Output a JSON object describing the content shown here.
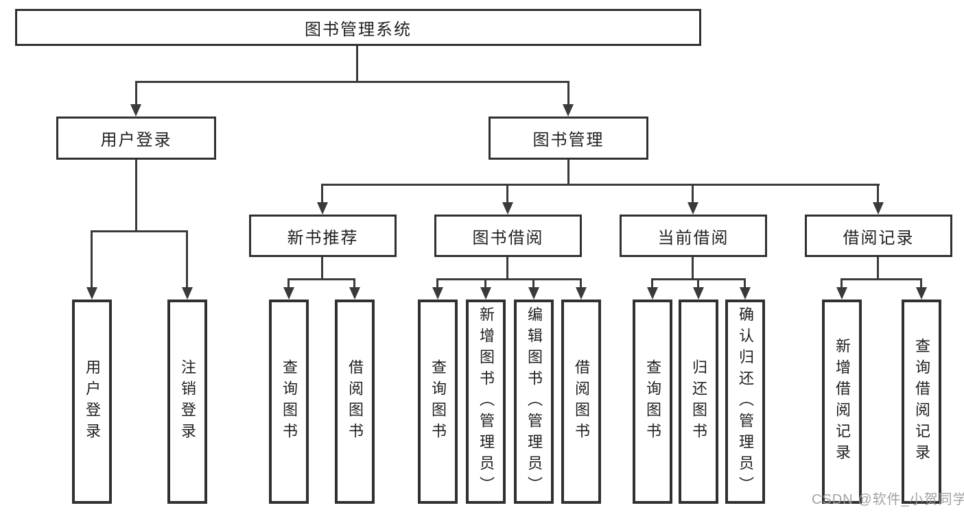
{
  "colors": {
    "line": "#3a3a3a",
    "border": "#303030",
    "text": "#1f1f1f",
    "background": "#ffffff",
    "watermark": "#9e9e9e"
  },
  "root": {
    "label": "图书管理系统"
  },
  "level2": {
    "user_login": {
      "label": "用户登录"
    },
    "book_mgmt": {
      "label": "图书管理"
    }
  },
  "user_login_children": [
    {
      "label": "用户登录"
    },
    {
      "label": "注销登录"
    }
  ],
  "sections": [
    {
      "label": "新书推荐",
      "children": [
        {
          "label": "查询图书"
        },
        {
          "label": "借阅图书"
        }
      ]
    },
    {
      "label": "图书借阅",
      "children": [
        {
          "label": "查询图书"
        },
        {
          "label": "新增图书（管理员）"
        },
        {
          "label": "编辑图书（管理员）"
        },
        {
          "label": "借阅图书"
        }
      ]
    },
    {
      "label": "当前借阅",
      "children": [
        {
          "label": "查询图书"
        },
        {
          "label": "归还图书"
        },
        {
          "label": "确认归还（管理员）"
        }
      ]
    },
    {
      "label": "借阅记录",
      "children": [
        {
          "label": "新增借阅记录"
        },
        {
          "label": "查询借阅记录"
        }
      ]
    }
  ],
  "watermark": {
    "text": "CSDN @软件_小贺同学"
  }
}
